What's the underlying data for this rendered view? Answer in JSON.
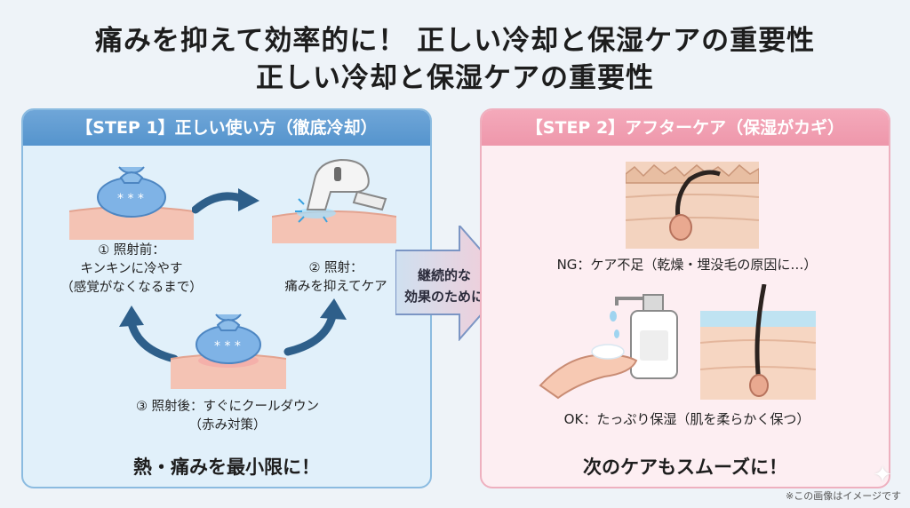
{
  "title": {
    "line1": "痛みを抑えて効率的に！ 正しい冷却と保湿ケアの重要性",
    "line2": "正しい冷却と保湿ケアの重要性"
  },
  "step1": {
    "header": "【STEP 1】正しい使い方（徹底冷却）",
    "item1": {
      "line1": "① 照射前：",
      "line2": "キンキンに冷やす",
      "line3": "（感覚がなくなるまで）"
    },
    "item2": {
      "line1": "② 照射：",
      "line2": "痛みを抑えてケア"
    },
    "item3": {
      "line1": "③ 照射後：すぐにクールダウン",
      "line2": "（赤み対策）"
    },
    "footer": "熱・痛みを最小限に！"
  },
  "connector": {
    "line1": "継続的な",
    "line2": "効果のために"
  },
  "step2": {
    "header": "【STEP 2】アフターケア（保湿がカギ）",
    "ng": "NG：ケア不足（乾燥・埋没毛の原因に…）",
    "ok": "OK：たっぷり保湿（肌を柔らかく保つ）",
    "footer": "次のケアもスムーズに！"
  },
  "note": "※この画像はイメージです"
}
